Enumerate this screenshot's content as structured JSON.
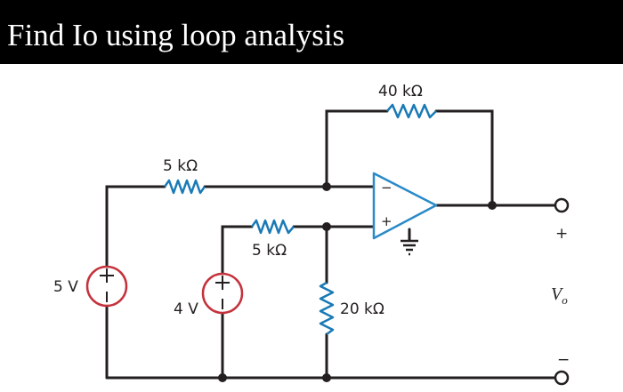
{
  "title": "Find Io using loop analysis",
  "circuit": {
    "r_feedback": "40 kΩ",
    "r_top_left": "5 kΩ",
    "r_mid": "5 kΩ",
    "r_shunt": "20 kΩ",
    "src_left": "5 V",
    "src_mid": "4 V",
    "output_label": "V",
    "output_sub": "o",
    "out_plus": "+",
    "out_minus": "−",
    "opamp_inv": "−",
    "opamp_noninv": "+"
  },
  "colors": {
    "wire": "#231f20",
    "resistor": "#1a7ab5",
    "source": "#c4323c",
    "opamp": "#2a8ac8"
  }
}
